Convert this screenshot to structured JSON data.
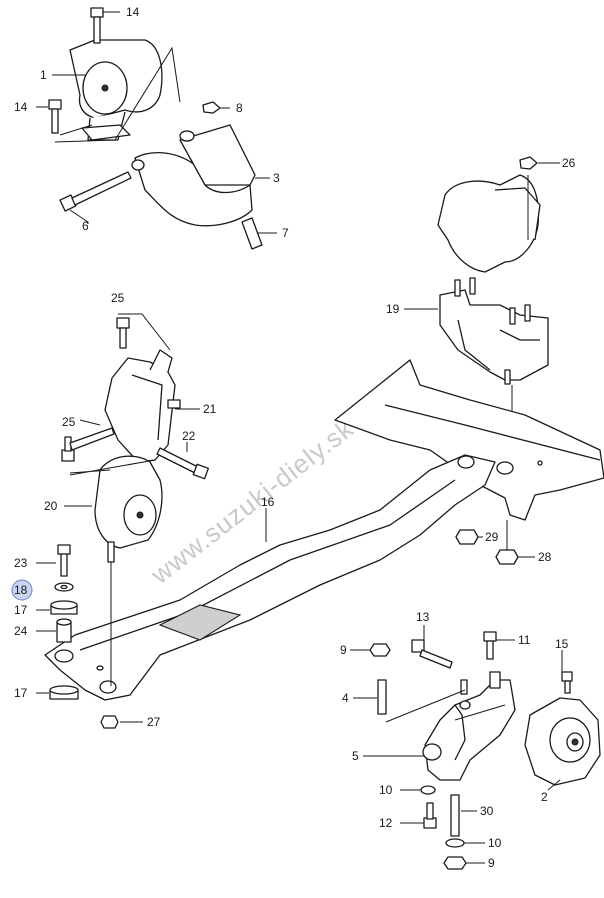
{
  "watermark": "www.suzuki-diely.sk",
  "callouts": {
    "c14a": "14",
    "c1": "1",
    "c14b": "14",
    "c8": "8",
    "c3": "3",
    "c6": "6",
    "c7": "7",
    "c26": "26",
    "c19": "19",
    "c25a": "25",
    "c21": "21",
    "c25b": "25",
    "c22": "22",
    "c20": "20",
    "c16": "16",
    "c23": "23",
    "c18": "18",
    "c17a": "17",
    "c24": "24",
    "c29": "29",
    "c28": "28",
    "c17b": "17",
    "c27": "27",
    "c13": "13",
    "c9a": "9",
    "c11": "11",
    "c15": "15",
    "c4": "4",
    "c5": "5",
    "c2": "2",
    "c10a": "10",
    "c30": "30",
    "c12": "12",
    "c10b": "10",
    "c9b": "9"
  },
  "highlight_color": "#c8d4f0"
}
